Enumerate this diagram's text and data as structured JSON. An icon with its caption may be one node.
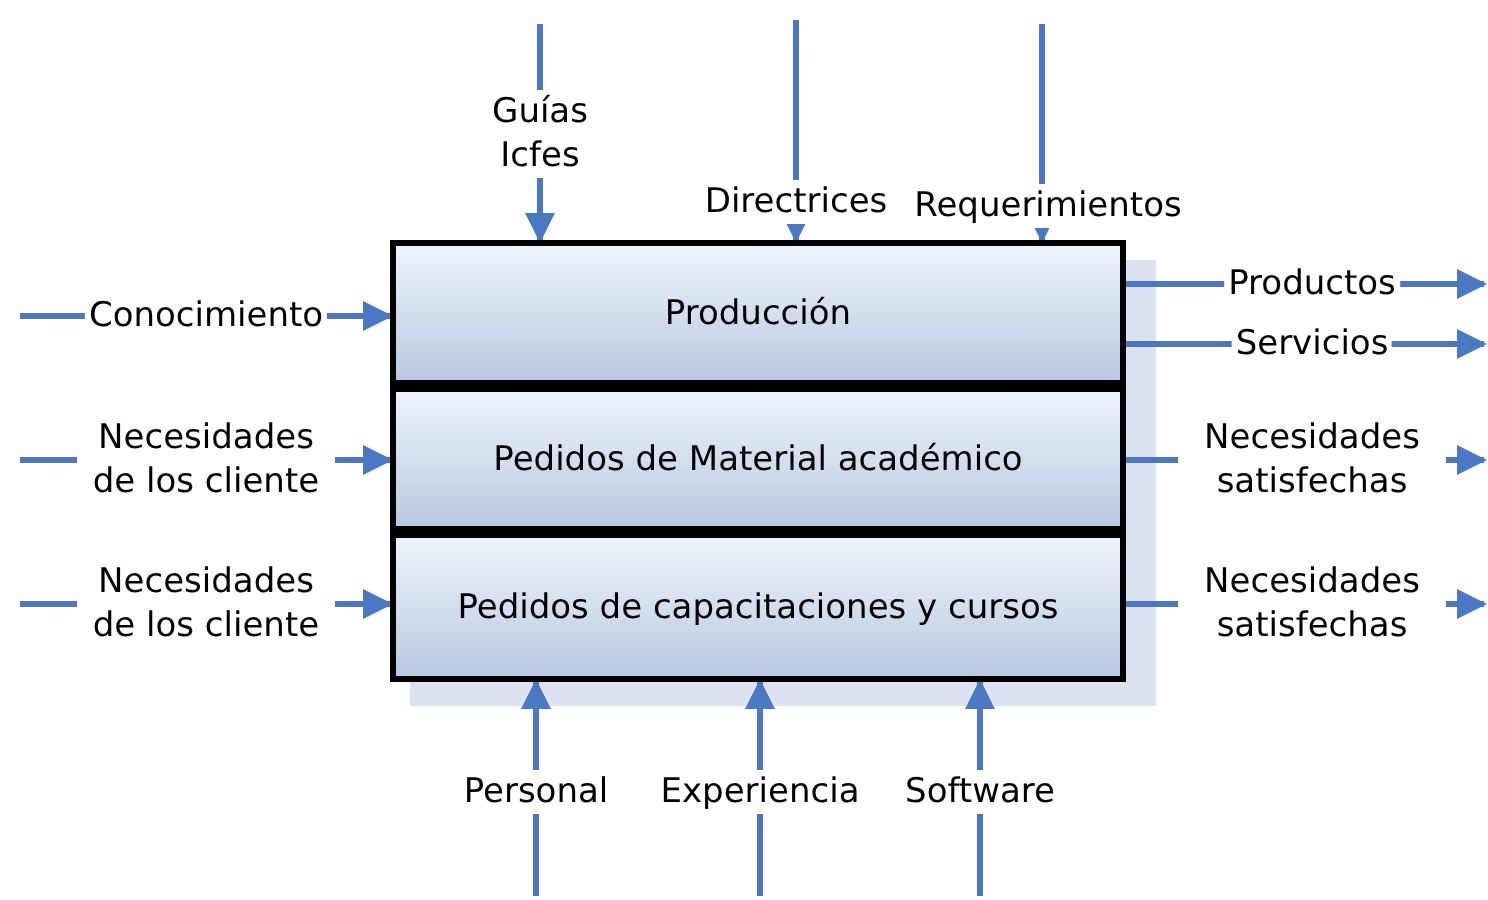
{
  "diagram": {
    "nodes": [
      {
        "text": [
          "Producción"
        ]
      },
      {
        "text": [
          "Pedidos de Material académico"
        ]
      },
      {
        "text": [
          "Pedidos de capacitaciones y cursos"
        ]
      }
    ],
    "edges": [
      {
        "from": null,
        "to": 0,
        "arrow": "to",
        "label": "Guías Icfes"
      },
      {
        "from": null,
        "to": 0,
        "arrow": "to",
        "label": "Directrices"
      },
      {
        "from": null,
        "to": 0,
        "arrow": "to",
        "label": "Requerimientos"
      },
      {
        "from": null,
        "to": 0,
        "arrow": "to",
        "label": "Conocimiento"
      },
      {
        "from": 0,
        "to": null,
        "arrow": "to",
        "label": "Productos"
      },
      {
        "from": 0,
        "to": null,
        "arrow": "to",
        "label": "Servicios"
      },
      {
        "from": null,
        "to": 1,
        "arrow": "to",
        "label": "Necesidades de los cliente"
      },
      {
        "from": 1,
        "to": null,
        "arrow": "to",
        "label": "Necesidades satisfechas"
      },
      {
        "from": null,
        "to": 2,
        "arrow": "to",
        "label": "Necesidades de los cliente"
      },
      {
        "from": 2,
        "to": null,
        "arrow": "to",
        "label": "Necesidades satisfechas"
      },
      {
        "from": null,
        "to": 2,
        "arrow": "to",
        "label": "Personal"
      },
      {
        "from": null,
        "to": 2,
        "arrow": "to",
        "label": "Experiencia"
      },
      {
        "from": null,
        "to": 2,
        "arrow": "to",
        "label": "Software"
      }
    ]
  }
}
